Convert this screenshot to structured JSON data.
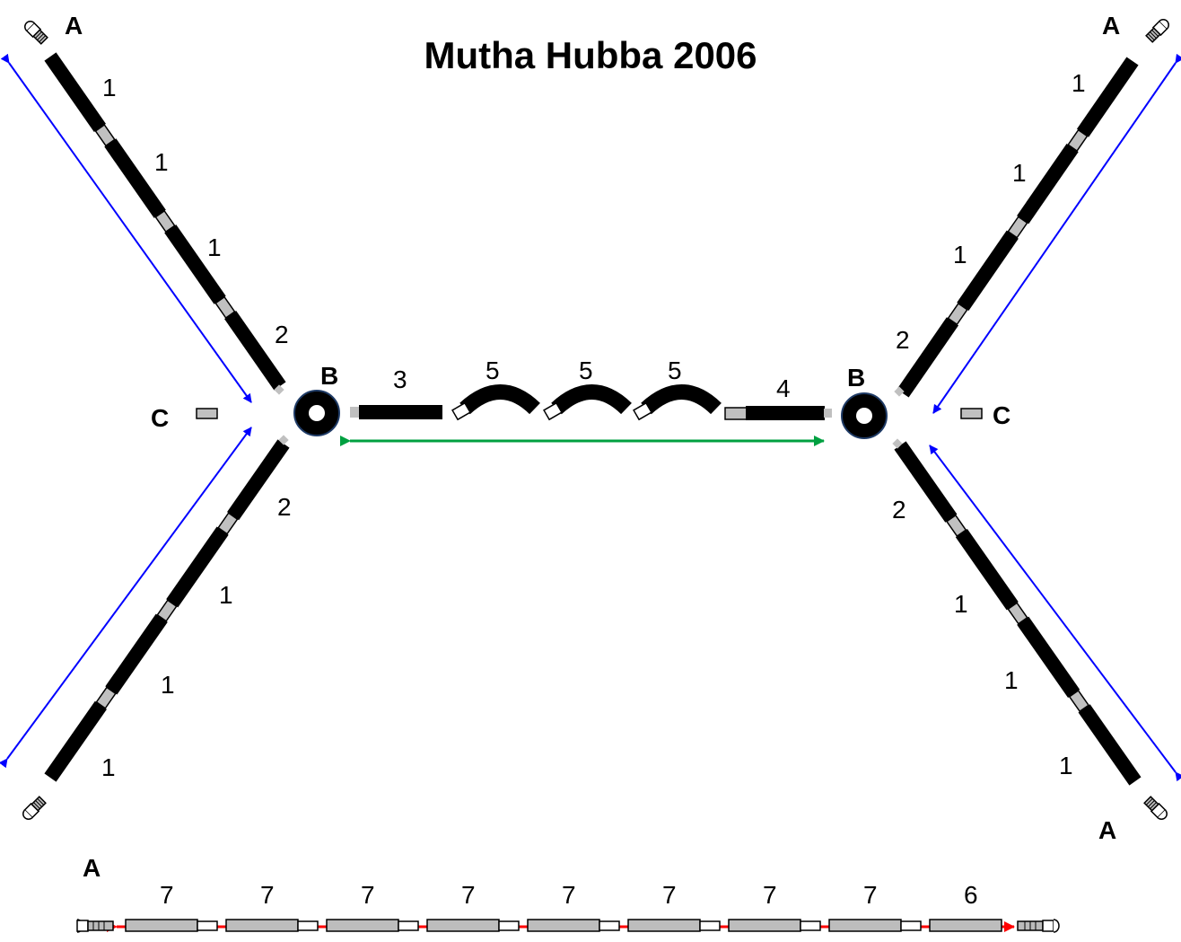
{
  "title": "Mutha Hubba 2006",
  "labels": {
    "a": "A",
    "b": "B",
    "c": "C"
  },
  "segments": {
    "top_left": [
      "1",
      "1",
      "1",
      "2"
    ],
    "top_right": [
      "1",
      "1",
      "1",
      "2"
    ],
    "bottom_left": [
      "2",
      "1",
      "1",
      "1"
    ],
    "bottom_right": [
      "2",
      "1",
      "1",
      "1"
    ],
    "ridge": [
      "3",
      "5",
      "5",
      "5",
      "4"
    ],
    "bottom_pole": [
      "7",
      "7",
      "7",
      "7",
      "7",
      "7",
      "7",
      "7",
      "6"
    ]
  },
  "colors": {
    "pole_segment": "#000000",
    "ferrule": "#c0c0c0",
    "hub": "#1f3b66",
    "leg_arrow": "#0000ff",
    "ridge_arrow": "#00a040",
    "bottom_arrow": "#ff0000",
    "bottom_pole": "#bdbdbd"
  }
}
